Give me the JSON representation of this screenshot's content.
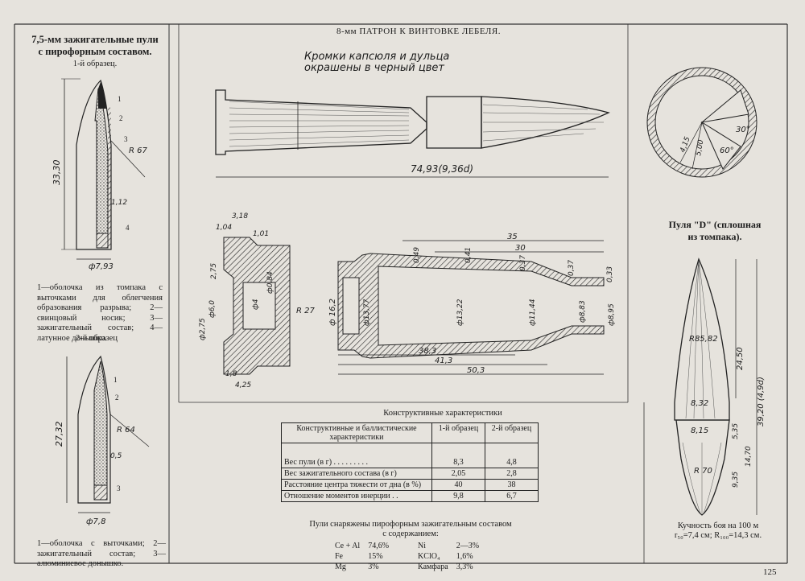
{
  "main_title": "8-мм ПАТРОН К ВИНТОВКЕ ЛЕБЕЛЯ.",
  "left_section": {
    "title_line1": "7,5-мм зажигательные пули",
    "title_line2": "с пирофорным составом.",
    "sample1_caption": "1-й образец.",
    "sample1_description": "1—оболочка из томпака с выточками для облегчения образования разрыва; 2—свинцовый носик; 3—зажигательный состав; 4—латунное донышко.",
    "sample2_caption": "2-й образец",
    "sample2_description": "1—оболочка с выточками; 2—зажигательный состав; 3—алюминиевое донышко.",
    "dims1": {
      "length": "33,30",
      "radius": "R 67",
      "diameter": "ф7,93",
      "small": "1,12"
    },
    "dims2": {
      "length": "27,32",
      "radius": "R 64",
      "diameter": "ф7,8",
      "small": "0,5"
    },
    "labels1": [
      "1",
      "2",
      "3",
      "4"
    ],
    "labels2": [
      "1",
      "2",
      "3"
    ]
  },
  "cartridge": {
    "note_line1": "Кромки капсюля и дульца",
    "note_line2": "окрашены в черный цвет",
    "length_dim": "74,93(9,36d)"
  },
  "section_view": {
    "angle1": "30°",
    "angle2": "60°",
    "d1": "4,15",
    "d2": "5,00"
  },
  "case_drawing": {
    "base_dims": [
      "3,18",
      "1,04",
      "1,01",
      "2,75",
      "ф0,84",
      "ф6,0",
      "ф2,75",
      "ф4",
      "R 27",
      "1,8",
      "4,25"
    ],
    "case_dims": [
      "35",
      "30",
      "0,49",
      "0,41",
      "0,37",
      "0,37",
      "0,33",
      "ф 16,2",
      "ф13,77",
      "ф13,22",
      "ф11,44",
      "ф8,83",
      "ф8,95",
      "38,3",
      "41,3",
      "50,3"
    ]
  },
  "bullet_d": {
    "title_line1": "Пуля \"D\" (сплошная",
    "title_line2": "из томпака).",
    "dims": [
      "24,50",
      "39,20 (4,9d)",
      "R85,82",
      "8,32",
      "8,15",
      "5,35",
      "14,70",
      "9,35",
      "R 70"
    ],
    "accuracy_line1": "Кучность боя на 100 м",
    "accuracy_line2": "r₅₀=7,4 см; R₁₀₀=14,3 см."
  },
  "table": {
    "title": "Конструктивные характеристики",
    "headers": [
      "Конструктивные и баллистические характеристики",
      "1-й образец",
      "2-й образец"
    ],
    "rows": [
      {
        "label": "Вес пули (в г) . . . . . . . . .",
        "s1": "8,3",
        "s2": "4,8"
      },
      {
        "label": "Вес зажигательного состава (в г)",
        "s1": "2,05",
        "s2": "2,8"
      },
      {
        "label": "Расстояние центра тяжести от дна (в %)",
        "s1": "40",
        "s2": "38"
      },
      {
        "label": "Отношение моментов инерции . .",
        "s1": "9,8",
        "s2": "6,7"
      }
    ]
  },
  "composition": {
    "intro_line1": "Пули снаряжены пирофорным зажигательным составом",
    "intro_line2": "с содержанием:",
    "items": [
      {
        "name": "Ce + Al",
        "value": "74,6%"
      },
      {
        "name": "Ni",
        "value": "2—3%"
      },
      {
        "name": "Fe",
        "value": "15%"
      },
      {
        "name": "KClO₄",
        "value": "1,6%"
      },
      {
        "name": "Mg",
        "value": "3%"
      },
      {
        "name": "Камфара",
        "value": "3,3%"
      }
    ]
  },
  "page_number": "125"
}
